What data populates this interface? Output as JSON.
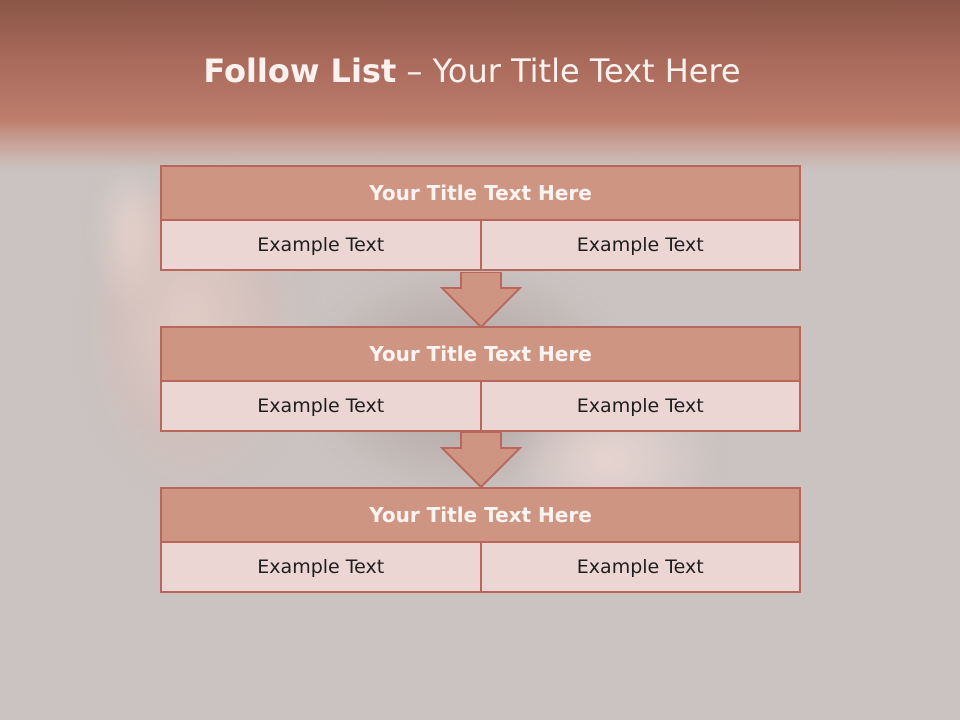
{
  "title": {
    "strong": "Follow List",
    "rest": "– Your Title Text Here"
  },
  "blocks": [
    {
      "title": "Your Title Text Here",
      "left": "Example Text",
      "right": "Example Text"
    },
    {
      "title": "Your Title Text Here",
      "left": "Example Text",
      "right": "Example Text"
    },
    {
      "title": "Your Title Text Here",
      "left": "Example Text",
      "right": "Example Text"
    }
  ],
  "colors": {
    "header_band": "#bd7c6c",
    "block_title_fill": "#ce9583",
    "cell_fill": "#ebd6d3",
    "border": "#b9675a",
    "arrow_fill": "#ce9583",
    "background": "#cac3c1"
  },
  "icons": [
    "down-arrow",
    "down-arrow"
  ]
}
